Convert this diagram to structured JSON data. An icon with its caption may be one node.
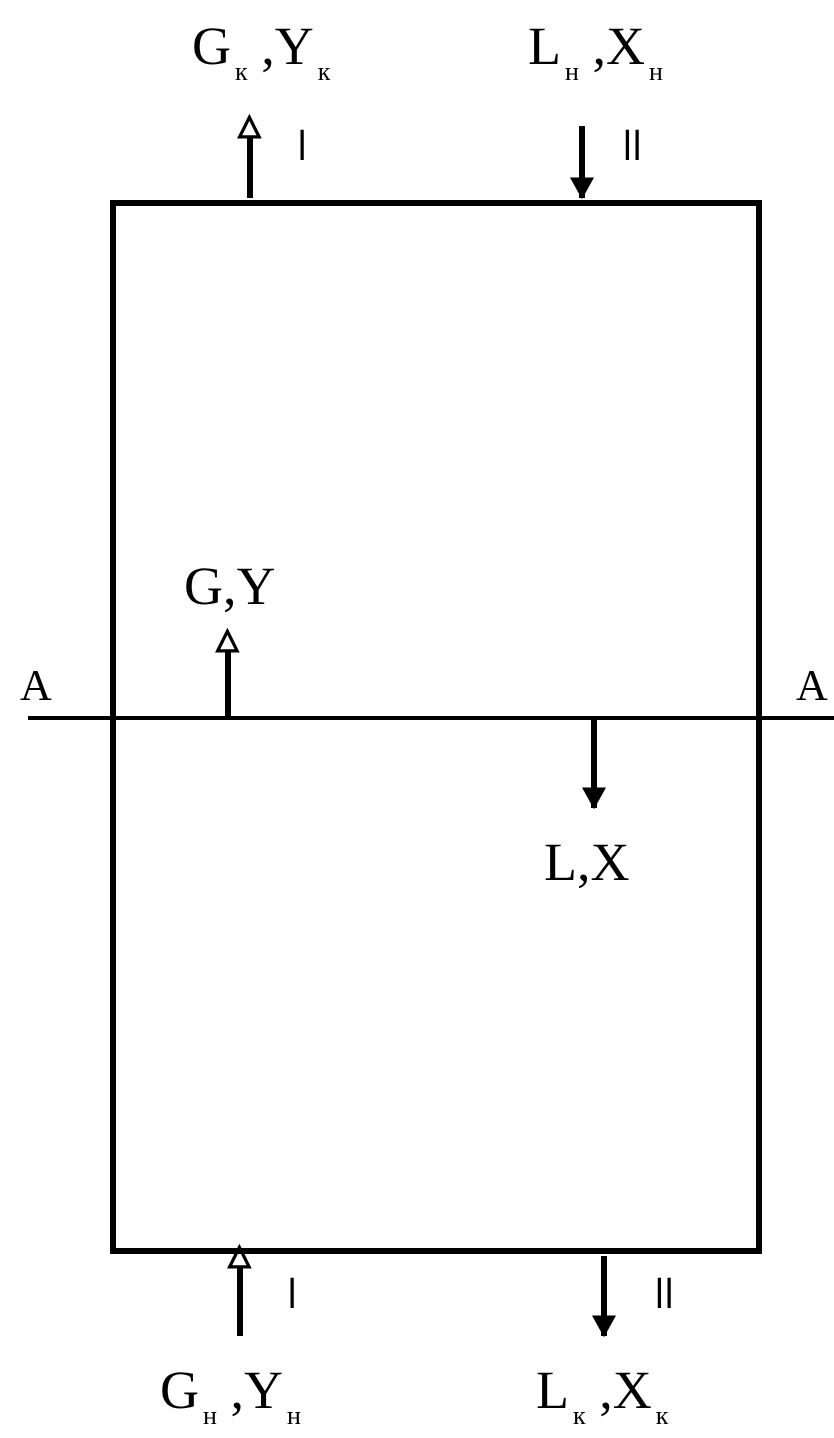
{
  "diagram": {
    "nodes": [
      {
        "text": [],
        "shape": "box"
      },
      {
        "text": [
          "G$_{к}$ ,Y$_{к}$"
        ]
      },
      {
        "text": [
          "L$_{н}$ ,X$_{н}$"
        ]
      },
      {
        "text": [
          "G,Y"
        ],
        "in": 0
      },
      {
        "text": [
          "L,X"
        ],
        "in": 0
      },
      {
        "text": [
          "G$_{н}$ ,Y$_{н}$"
        ]
      },
      {
        "text": [
          "L$_{к}$ ,X$_{к}$"
        ]
      }
    ],
    "edges": [
      {
        "from": 0,
        "to": 1,
        "arrow": "to"
      },
      {
        "from": 2,
        "to": 0,
        "arrow": "to"
      },
      {
        "from": null,
        "to": 3,
        "arrow": "to"
      },
      {
        "from": null,
        "to": 4,
        "arrow": "to"
      },
      {
        "from": 5,
        "to": 0,
        "arrow": "to"
      },
      {
        "from": 0,
        "to": 6,
        "arrow": "to"
      }
    ],
    "labels": [
      "I",
      "II",
      "A",
      "A",
      "I",
      "II"
    ]
  }
}
